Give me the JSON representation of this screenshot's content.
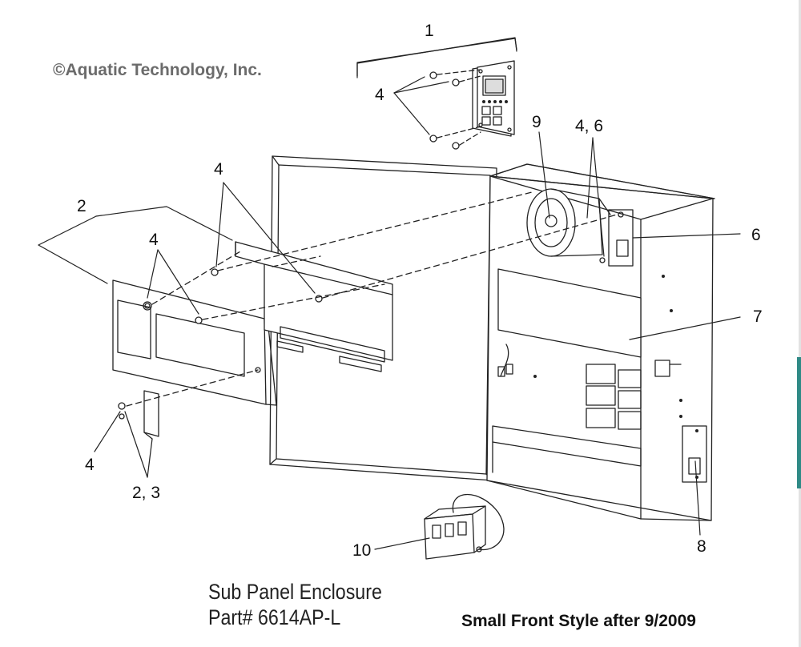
{
  "copyright": "©Aquatic Technology, Inc.",
  "title": {
    "line1": "Sub Panel Enclosure",
    "line2": "Part# 6614AP-L"
  },
  "style_note": "Small Front Style after 9/2009",
  "callouts": {
    "c1": "1",
    "c2": "2",
    "c2_3": "2, 3",
    "c4_top": "4",
    "c4_upper": "4",
    "c4_left": "4",
    "c4_bottom": "4",
    "c4_6": "4, 6",
    "c6": "6",
    "c7": "7",
    "c8": "8",
    "c9": "9",
    "c10": "10"
  }
}
